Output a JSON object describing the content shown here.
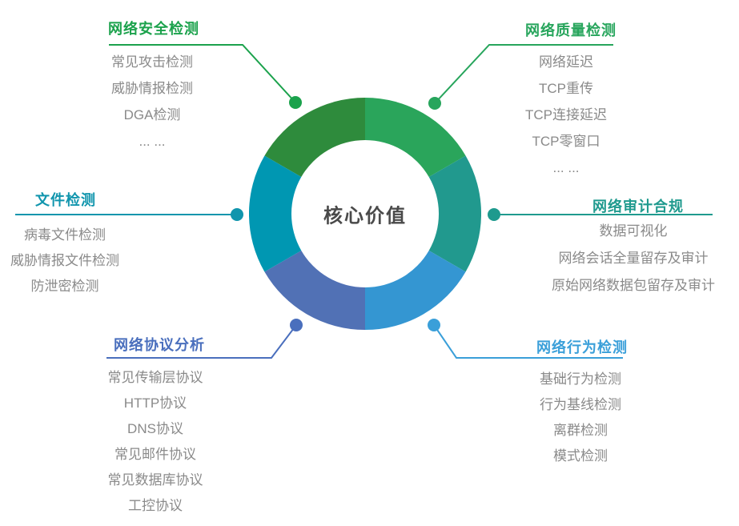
{
  "donut": {
    "center_label": "核心价值",
    "segments": [
      {
        "section": "网络安全检测",
        "position": "top-left",
        "color": "#2e8b3c"
      },
      {
        "section": "网络质量检测",
        "position": "top-right",
        "color": "#2aa55b"
      },
      {
        "section": "网络审计合规",
        "position": "right",
        "color": "#21998e"
      },
      {
        "section": "网络行为检测",
        "position": "bottom-right",
        "color": "#3496d2"
      },
      {
        "section": "网络协议分析",
        "position": "bottom-left",
        "color": "#5171b5"
      },
      {
        "section": "文件检测",
        "position": "left",
        "color": "#0097b2"
      }
    ]
  },
  "sections": [
    {
      "id": "network-security",
      "label": "网络安全检测",
      "color": "#1ba24c",
      "items": [
        "常见攻击检测",
        "威胁情报检测",
        "DGA检测",
        "... ..."
      ]
    },
    {
      "id": "network-quality",
      "label": "网络质量检测",
      "color": "#27a55c",
      "items": [
        "网络延迟",
        "TCP重传",
        "TCP连接延迟",
        "TCP零窗口",
        "... ..."
      ]
    },
    {
      "id": "file-detection",
      "label": "文件检测",
      "color": "#1095ad",
      "items": [
        "病毒文件检测",
        "威胁情报文件检测",
        "防泄密检测"
      ]
    },
    {
      "id": "network-audit",
      "label": "网络审计合规",
      "color": "#1f9a8e",
      "items": [
        "数据可视化",
        "网络会话全量留存及审计",
        "原始网络数据包留存及审计"
      ]
    },
    {
      "id": "protocol-analysis",
      "label": "网络协议分析",
      "color": "#4a6fbd",
      "items": [
        "常见传输层协议",
        "HTTP协议",
        "DNS协议",
        "常见邮件协议",
        "常见数据库协议",
        "工控协议"
      ]
    },
    {
      "id": "behavior-detection",
      "label": "网络行为检测",
      "color": "#3a9fd9",
      "items": [
        "基础行为检测",
        "行为基线检测",
        "离群检测",
        "模式检测"
      ]
    }
  ],
  "text_colors": {
    "center_label": "#4a4a4a",
    "list_items": "#8a8a8a"
  }
}
